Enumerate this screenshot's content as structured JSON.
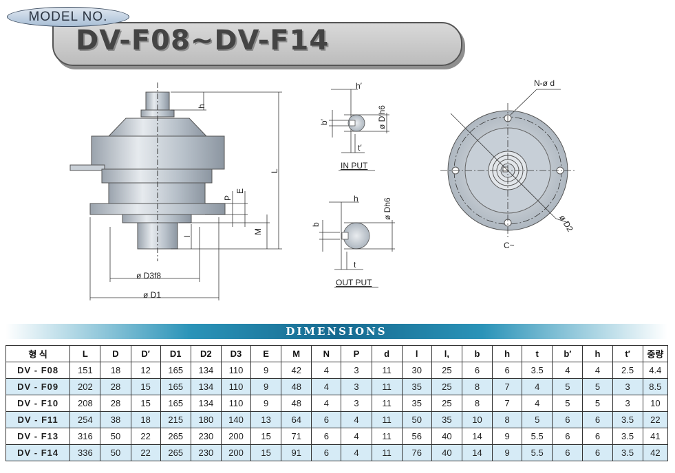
{
  "header": {
    "model_label": "MODEL NO.",
    "title": "DV-F08~DV-F14"
  },
  "drawing": {
    "front_view": {
      "h": "h",
      "L": "L",
      "E": "E",
      "P": "P",
      "M": "M",
      "l": "l",
      "d3": "ø D3f8",
      "d1": "ø D1"
    },
    "input": {
      "h_prime": "h′",
      "b_prime": "b′",
      "d_prime": "ø D′h6",
      "t_prime": "t′",
      "caption": "IN PUT"
    },
    "output": {
      "h": "h",
      "b": "b",
      "d": "ø Dh6",
      "t": "t",
      "caption": "OUT PUT"
    },
    "flange": {
      "n_phi_d": "N-ø d",
      "d2": "ø D2",
      "c": "C~"
    }
  },
  "dimensions": {
    "heading": "DIMENSIONS",
    "columns": [
      "형 식",
      "L",
      "D",
      "D′",
      "D1",
      "D2",
      "D3",
      "E",
      "M",
      "N",
      "P",
      "d",
      "l",
      "l,",
      "b",
      "h",
      "t",
      "b′",
      "h",
      "t′",
      "중량"
    ],
    "rows": [
      [
        "DV - F08",
        "151",
        "18",
        "12",
        "165",
        "134",
        "110",
        "9",
        "42",
        "4",
        "3",
        "11",
        "30",
        "25",
        "6",
        "6",
        "3.5",
        "4",
        "4",
        "2.5",
        "4.4"
      ],
      [
        "DV - F09",
        "202",
        "28",
        "15",
        "165",
        "134",
        "110",
        "9",
        "48",
        "4",
        "3",
        "11",
        "35",
        "25",
        "8",
        "7",
        "4",
        "5",
        "5",
        "3",
        "8.5"
      ],
      [
        "DV - F10",
        "208",
        "28",
        "15",
        "165",
        "134",
        "110",
        "9",
        "48",
        "4",
        "3",
        "11",
        "35",
        "25",
        "8",
        "7",
        "4",
        "5",
        "5",
        "3",
        "10"
      ],
      [
        "DV - F11",
        "254",
        "38",
        "18",
        "215",
        "180",
        "140",
        "13",
        "64",
        "6",
        "4",
        "11",
        "50",
        "35",
        "10",
        "8",
        "5",
        "6",
        "6",
        "3.5",
        "22"
      ],
      [
        "DV - F13",
        "316",
        "50",
        "22",
        "265",
        "230",
        "200",
        "15",
        "71",
        "6",
        "4",
        "11",
        "56",
        "40",
        "14",
        "9",
        "5.5",
        "6",
        "6",
        "3.5",
        "41"
      ],
      [
        "DV - F14",
        "336",
        "50",
        "22",
        "265",
        "230",
        "200",
        "15",
        "91",
        "6",
        "4",
        "11",
        "76",
        "40",
        "14",
        "9",
        "5.5",
        "6",
        "6",
        "3.5",
        "42"
      ]
    ]
  }
}
